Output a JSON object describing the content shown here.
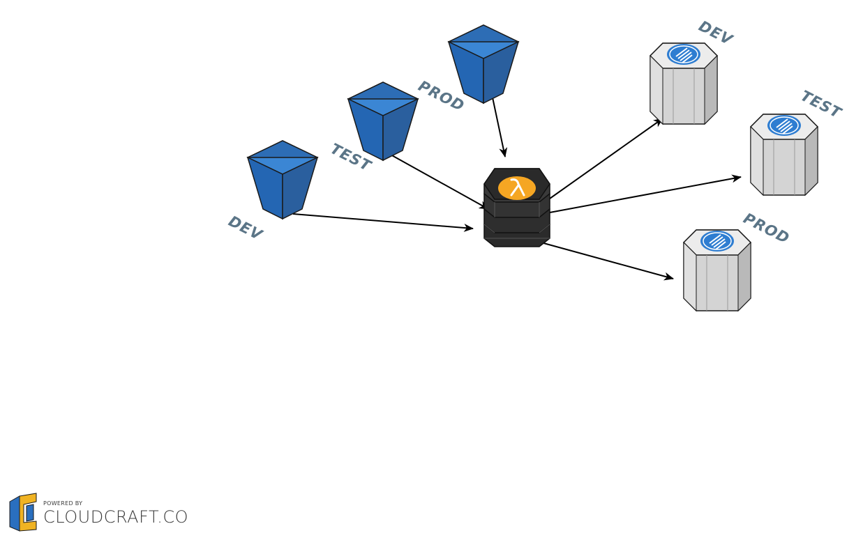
{
  "diagram": {
    "buckets": [
      {
        "id": "bucket-dev",
        "label": "DEV"
      },
      {
        "id": "bucket-test",
        "label": "TEST"
      },
      {
        "id": "bucket-prod",
        "label": "PROD"
      }
    ],
    "lambda": {
      "id": "lambda",
      "icon": "lambda-icon"
    },
    "endpoints": [
      {
        "id": "endpoint-dev",
        "label": "DEV"
      },
      {
        "id": "endpoint-test",
        "label": "TEST"
      },
      {
        "id": "endpoint-prod",
        "label": "PROD"
      }
    ],
    "colors": {
      "bucket": "#2a6fbf",
      "lambda_body": "#2e2e2e",
      "lambda_icon": "#f5a623",
      "endpoint_body": "#d2d2d2",
      "endpoint_icon": "#2e7dd1",
      "label": "#5b7587"
    }
  },
  "footer": {
    "powered_by": "POWERED BY",
    "brand": "CLOUDCRAFT.CO"
  }
}
